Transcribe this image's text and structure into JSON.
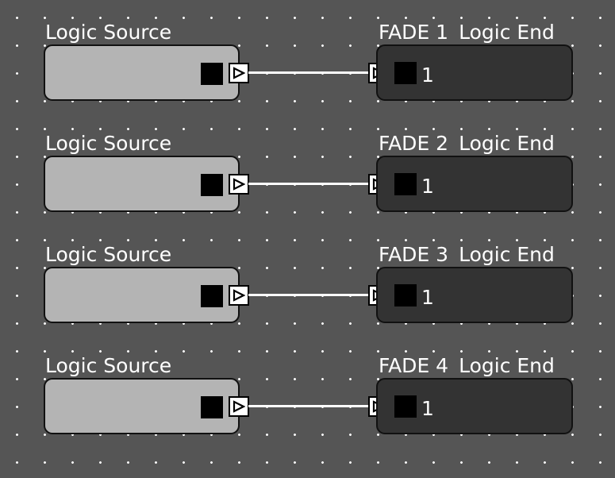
{
  "canvas": {
    "background": "#555555",
    "grid_dot_color": "#ffffff"
  },
  "source_block_color": "#b4b4b4",
  "end_block_color": "#333333",
  "rows": [
    {
      "source_label": "Logic Source",
      "end_name": "FADE 1",
      "end_label": "Logic End",
      "channel": "1"
    },
    {
      "source_label": "Logic Source",
      "end_name": "FADE 2",
      "end_label": "Logic End",
      "channel": "1"
    },
    {
      "source_label": "Logic Source",
      "end_name": "FADE 3",
      "end_label": "Logic End",
      "channel": "1"
    },
    {
      "source_label": "Logic Source",
      "end_name": "FADE 4",
      "end_label": "Logic End",
      "channel": "1"
    }
  ],
  "icons": {
    "output_port": "play-triangle-icon",
    "input_port": "play-triangle-icon"
  }
}
